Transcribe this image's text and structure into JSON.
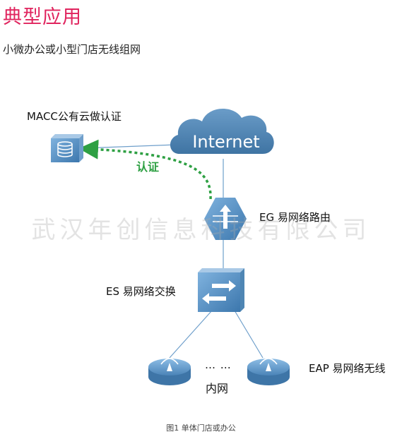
{
  "header": {
    "title": "典型应用",
    "subtitle": "小微办公或小型门店无线组网"
  },
  "diagram": {
    "nodes": {
      "macc_label": "MACC公有云做认证",
      "internet_label": "Internet",
      "auth_label": "认证",
      "eg_label": "EG 易网络路由",
      "es_label": "ES 易网络交换",
      "eap_label": "EAP 易网络无线",
      "lan_label": "内网",
      "ellipsis": "… …"
    },
    "colors": {
      "cloud": "#4f86b4",
      "device": "#5f9acb",
      "auth_arrow": "#2ea043",
      "title": "#e0245e"
    },
    "icons": [
      "server-icon",
      "cloud-icon",
      "router-icon",
      "switch-icon",
      "access-point-icon"
    ]
  },
  "caption": "图1  单体门店或办公",
  "watermark": "武汉年创信息科技有限公司"
}
